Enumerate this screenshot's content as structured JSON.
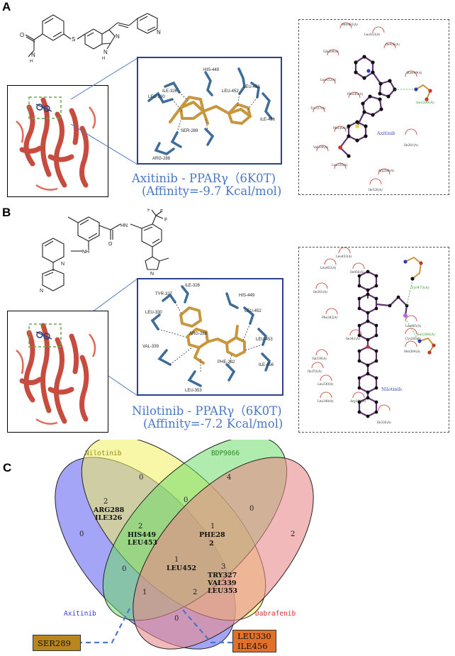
{
  "panels": {
    "a": {
      "letter": "A"
    },
    "b": {
      "letter": "B"
    },
    "c": {
      "letter": "C"
    }
  },
  "panel_a": {
    "title_line1": "Axitinib - PPARγ（6K0T)",
    "title_line2": "(Affinity=-9.7 Kcal/mol)",
    "residues": [
      "LEU-330",
      "ILE-326",
      "HIS-449",
      "LEU-452",
      "LEU-453",
      "ILE-456",
      "SER-289",
      "ARG-288"
    ],
    "ligplot_ligand": "Axitinib",
    "ligplot_hbond": "Ser289(A)",
    "ligplot_residues": [
      "Met463(A)",
      "Leu453(A)",
      "Ile456(A)",
      "Gln286(A)",
      "Leu452(A)",
      "His449(A)",
      "Phe282(A)",
      "Tyr327(A)",
      "Met364(A)",
      "Ile281(A)",
      "Val339(A)",
      "Leu330(A)",
      "Arg288(A)",
      "Ile326(A)"
    ],
    "colors": {
      "title": "#4a78c6",
      "ligand": "#c8963e",
      "residue": "#3d6d98"
    }
  },
  "panel_b": {
    "title_line1": "Nilotinib - PPARγ（6K0T)",
    "title_line2": "(Affinity=-7.2 Kcal/mol)",
    "residues": [
      "TYR-327",
      "ILE-326",
      "LEU-330",
      "HIS-449",
      "LEU-452",
      "ARG-288",
      "LEU-453",
      "VAL-339",
      "PHE-282",
      "ILE-456",
      "LEU-353"
    ],
    "ligplot_ligand": "Nilotinib",
    "ligplot_hbond_1": "Tyr473(A)",
    "ligplot_hbond_2": "Ser289(A)",
    "ligplot_residues": [
      "Leu453(A)",
      "Leu452(A)",
      "Ile456(A)",
      "Ile281(A)",
      "Phe282(A)",
      "Leu465(A)",
      "Ile341(A)",
      "Cys285(A)",
      "Val339(A)",
      "Met364(A)",
      "Ile353(A)",
      "Leu330(A)",
      "Leu348(A)",
      "Arg288(A)",
      "Ile326(A)"
    ]
  },
  "venn": {
    "sets": {
      "axitinib": "Axitinib",
      "nilotinib": "Nilotinib",
      "bdp": "BDP9066",
      "dabrafenib": "Dabrafenib"
    },
    "set_colors": {
      "axitinib": "#5b5bf0",
      "nilotinib": "#f2ef5e",
      "bdp": "#6fdc6a",
      "dabrafenib": "#e88a8a"
    },
    "label_colors": {
      "axitinib": "#3b3bd6",
      "nilotinib": "#8f8a1c",
      "bdp": "#2f8f2a",
      "dabrafenib": "#d63030"
    },
    "regions": {
      "axitinib_only": "0",
      "nilotinib_only": "0",
      "bdp_only": "4",
      "dabrafenib_only": "2",
      "nil_bdp": "0",
      "bdp_dab": "0",
      "axi_nil_count": "2",
      "axi_nil_res1": "ARG288",
      "axi_nil_res2": "ILE326",
      "axi_nil_bdp_count": "2",
      "axi_nil_bdp_res1": "HIS449",
      "axi_nil_bdp_res2": "LEU453",
      "nil_bdp_dab_count": "1",
      "nil_bdp_dab_res1": "PHE28",
      "nil_bdp_dab_res2": "2",
      "axi_bdp": "0",
      "all_count": "1",
      "all_res": "LEU452",
      "axi_nil_dab_count": "3",
      "axi_nil_dab_res1": "TRY327",
      "axi_nil_dab_res2": "VAL339",
      "axi_nil_dab_res3": "LEU353",
      "axi_bdp_dab": "1",
      "axi_nil_dab_2": "2",
      "axi_dab": "0"
    },
    "callout_left": {
      "line1": "SER289",
      "color": "#b8861c"
    },
    "callout_right": {
      "line1": "LEU330",
      "line2": "ILE456",
      "color": "#e0702a"
    }
  }
}
